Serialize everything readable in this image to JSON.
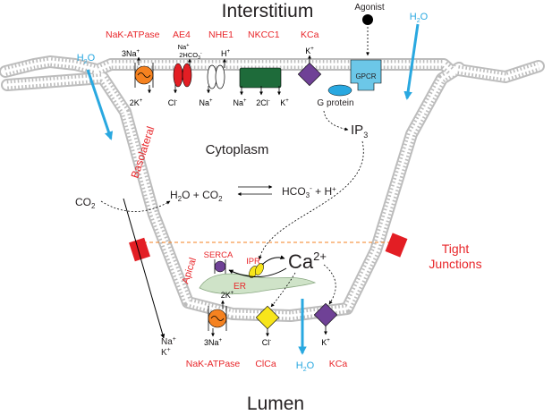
{
  "regions": {
    "interstitium": "Interstitium",
    "cytoplasm": "Cytoplasm",
    "lumen": "Lumen",
    "basolateral": "Basolateral",
    "apical": "Apical",
    "tight_junctions_line1": "Tight",
    "tight_junctions_line2": "Junctions"
  },
  "basolateral_transporters": {
    "nak_atpase": "NaK-ATPase",
    "ae4": "AE4",
    "nhe1": "NHE1",
    "nkcc1": "NKCC1",
    "kca": "KCa"
  },
  "apical_transporters": {
    "nak_atpase": "NaK-ATPase",
    "clca": "ClCa",
    "kca": "KCa"
  },
  "signaling": {
    "agonist": "Agonist",
    "gpcr": "GPCR",
    "g_protein": "G protein",
    "ip3_main": "IP",
    "ip3_sub": "3",
    "ca_main": "Ca",
    "ca_sup": "2+",
    "serca": "SERCA",
    "ipr": "IPR",
    "er": "ER"
  },
  "ions": {
    "na3_base": "3Na",
    "k2_base": "2K",
    "sup_plus": "+",
    "sup_minus": "-",
    "na": "Na",
    "k": "K",
    "h": "H",
    "cl": "Cl",
    "cl2_base": "2Cl",
    "hco3_ae4": "2HCO",
    "sub_3": "3"
  },
  "reaction": {
    "h2o_h": "H",
    "h2o_2": "2",
    "h2o_o": "O + CO",
    "co2_2": "2",
    "hco3": "HCO",
    "hco3_3": "3",
    "hco3_minus": "-",
    "plus_h": " + H",
    "plus_h_sup": "+"
  },
  "water": {
    "h": "H",
    "two": "2",
    "o": "O"
  },
  "co2": {
    "co": "CO",
    "two": "2"
  },
  "colors": {
    "label_red": "#e8262a",
    "water_blue": "#29a8e0",
    "nak_orange": "#f58220",
    "ae4_red": "#e31e24",
    "nkcc1_green": "#1e6b3a",
    "kca_purple": "#6f4196",
    "gpcr_cyan": "#6cc7e8",
    "clca_yellow": "#f7e51b",
    "er_green": "#cfe3c8",
    "junction_red": "#e31e24",
    "membrane_gray": "#bcbcbc"
  }
}
